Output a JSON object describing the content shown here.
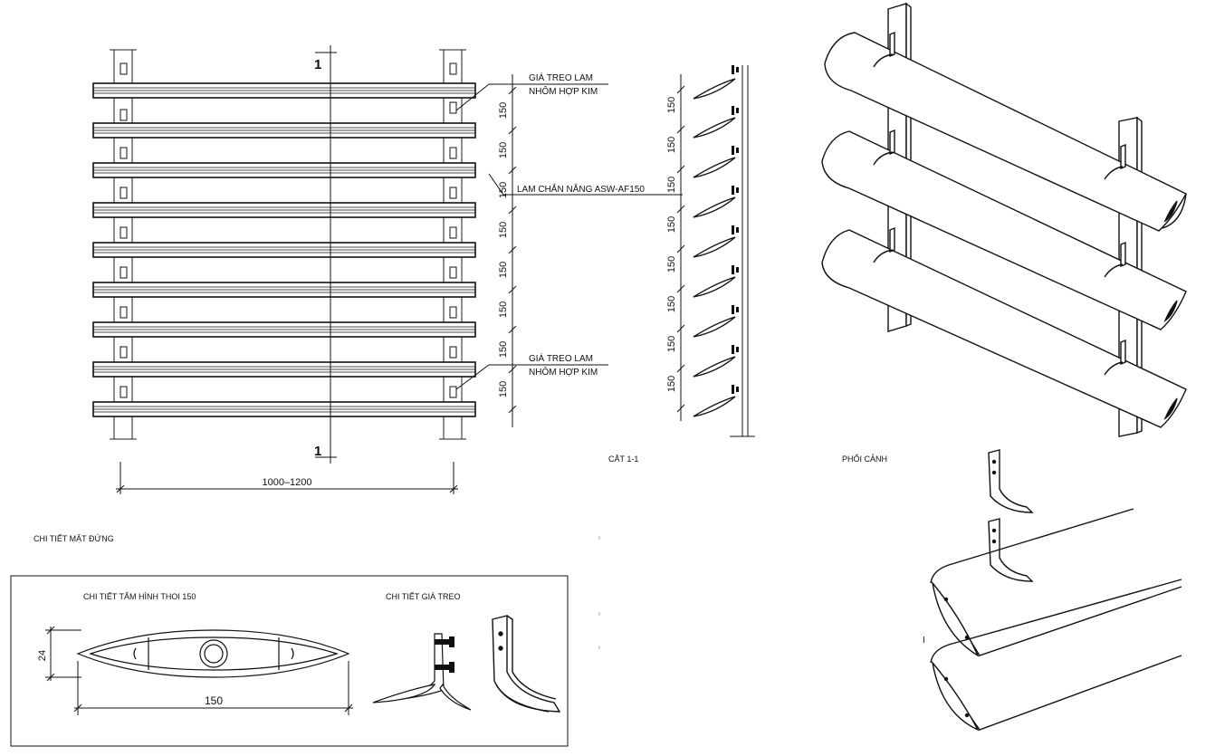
{
  "elevation": {
    "section_marker_top": "1",
    "section_marker_bottom": "1",
    "dimension_width": "1000–1200",
    "spacing_labels": [
      "150",
      "150",
      "150",
      "150",
      "150",
      "150",
      "150",
      "150"
    ],
    "callout_top": {
      "line1": "GIÁ TREO LAM",
      "line2": "NHÔM HỢP KIM"
    },
    "callout_middle": "LAM CHẮN NẮNG ASW-AF150",
    "callout_bottom": {
      "line1": "GIÁ TREO LAM",
      "line2": "NHÔM HỢP KIM"
    },
    "title": "CHI TIẾT MẶT ĐỨNG"
  },
  "section": {
    "spacing_labels": [
      "150",
      "150",
      "150",
      "150",
      "150",
      "150",
      "150",
      "150"
    ],
    "title": "CẮT 1-1"
  },
  "perspective": {
    "title": "PHỐI CẢNH",
    "marker": "I"
  },
  "detail_box": {
    "profile_title": "CHI TIẾT TẤM HÌNH THOI 150",
    "profile_height": "24",
    "profile_width": "150",
    "bracket_title": "CHI TIẾT GIÁ TREO"
  }
}
